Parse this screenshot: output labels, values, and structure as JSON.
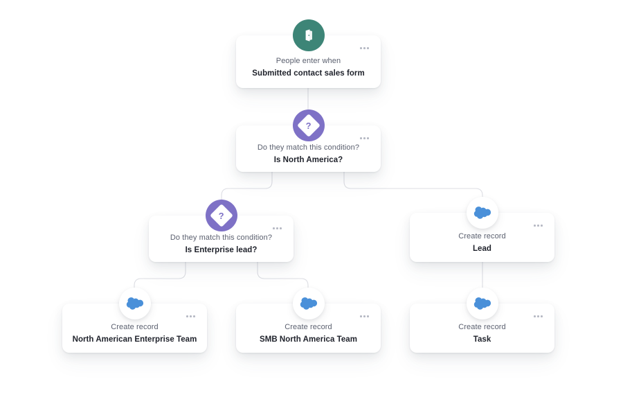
{
  "canvas": {
    "background": "#ffffff",
    "connector_color": "#dcdde3",
    "colors": {
      "trigger_green": "#3d8577",
      "condition_purple": "#7e71c6",
      "salesforce_blue": "#4a90d9",
      "card_white": "#ffffff",
      "subtitle_gray": "#5a5f6e",
      "title_dark": "#20232c",
      "dots_gray": "#b6b9c4"
    }
  },
  "menu_dots_label": "···",
  "nodes": [
    {
      "id": "trigger",
      "icon": "door-enter-icon",
      "icon_kind": "trigger",
      "subtitle": "People enter when",
      "title": "Submitted contact sales form"
    },
    {
      "id": "condition-north-america",
      "icon": "question-diamond-icon",
      "icon_kind": "condition",
      "icon_glyph": "?",
      "subtitle": "Do they match this condition?",
      "title": "Is North America?"
    },
    {
      "id": "condition-enterprise-lead",
      "icon": "question-diamond-icon",
      "icon_kind": "condition",
      "icon_glyph": "?",
      "subtitle": "Do they match this condition?",
      "title": "Is Enterprise lead?"
    },
    {
      "id": "action-lead",
      "icon": "salesforce-cloud-icon",
      "icon_kind": "action",
      "subtitle": "Create record",
      "title": "Lead"
    },
    {
      "id": "action-na-enterprise-team",
      "icon": "salesforce-cloud-icon",
      "icon_kind": "action",
      "subtitle": "Create record",
      "title": "North American Enterprise Team"
    },
    {
      "id": "action-smb-na-team",
      "icon": "salesforce-cloud-icon",
      "icon_kind": "action",
      "subtitle": "Create record",
      "title": "SMB North America Team"
    },
    {
      "id": "action-task",
      "icon": "salesforce-cloud-icon",
      "icon_kind": "action",
      "subtitle": "Create record",
      "title": "Task"
    }
  ]
}
